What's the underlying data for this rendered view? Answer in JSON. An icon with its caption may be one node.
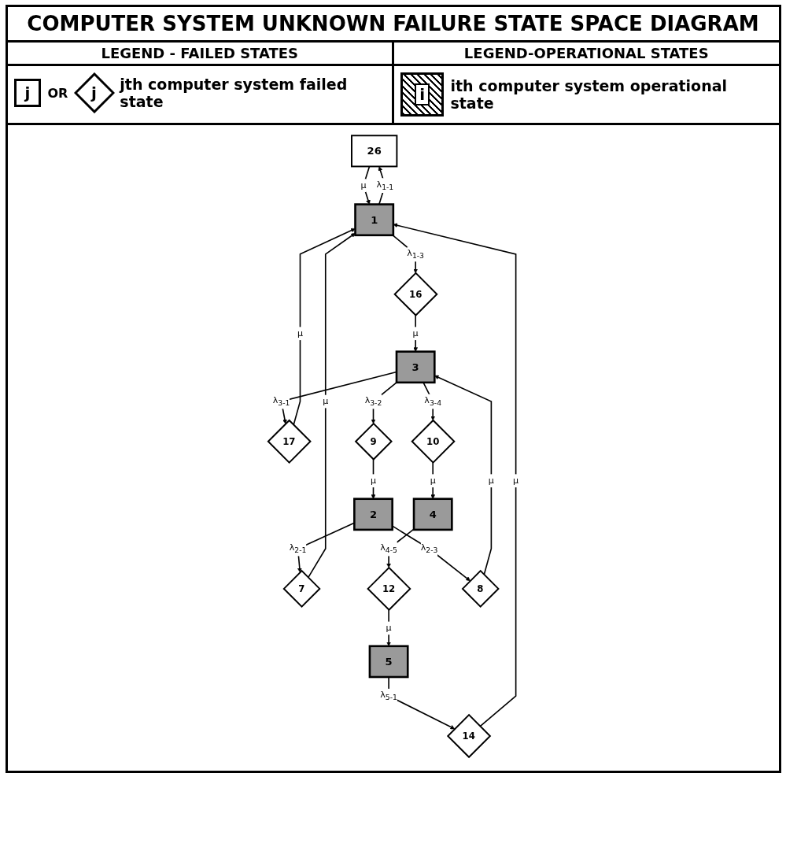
{
  "diagram": {
    "title": "COMPUTER SYSTEM UNKNOWN FAILURE STATE SPACE DIAGRAM",
    "nodes": [
      {
        "text": [
          "26"
        ]
      },
      {
        "text": [
          "14"
        ]
      },
      {
        "text": [
          "1"
        ]
      },
      {
        "text": [
          "5"
        ]
      },
      {
        "text": [
          "7"
        ]
      },
      {
        "text": [
          "16"
        ]
      },
      {
        "text": [
          "17"
        ]
      },
      {
        "text": [
          "12"
        ]
      },
      {
        "text": [
          "2"
        ]
      },
      {
        "text": [
          "3"
        ]
      },
      {
        "text": [
          "9"
        ]
      },
      {
        "text": [
          "4"
        ]
      },
      {
        "text": [
          "10"
        ]
      },
      {
        "text": [
          "8"
        ]
      }
    ],
    "edges": [
      {
        "from": 2,
        "to": 0,
        "arrow": "to",
        "label": "λ$_{1-1}$"
      },
      {
        "from": 0,
        "to": 2,
        "arrow": "to",
        "label": "μ"
      },
      {
        "from": 3,
        "to": 1,
        "arrow": "to",
        "label": "λ$_{5-1}$"
      },
      {
        "from": 1,
        "to": 2,
        "arrow": "to",
        "label": "μ"
      },
      {
        "from": 2,
        "to": 5,
        "arrow": "to",
        "label": "λ$_{1-3}$"
      },
      {
        "from": 5,
        "to": 9,
        "arrow": "to",
        "label": "μ"
      },
      {
        "from": 9,
        "to": 6,
        "arrow": "to",
        "label": "λ$_{3-1}$"
      },
      {
        "from": 6,
        "to": 2,
        "arrow": "to",
        "label": "μ"
      },
      {
        "from": 8,
        "to": 4,
        "arrow": "to",
        "label": "λ$_{2-1}$"
      },
      {
        "from": 4,
        "to": 2,
        "arrow": "to",
        "label": "μ"
      },
      {
        "from": 9,
        "to": 10,
        "arrow": "to",
        "label": "λ$_{3-2}$"
      },
      {
        "from": 10,
        "to": 8,
        "arrow": "to",
        "label": "μ"
      },
      {
        "from": 8,
        "to": 13,
        "arrow": "to",
        "label": "λ$_{2-3}$"
      },
      {
        "from": 13,
        "to": 9,
        "arrow": "to",
        "label": "μ"
      },
      {
        "from": 9,
        "to": 12,
        "arrow": "to",
        "label": "λ$_{3-4}$"
      },
      {
        "from": 12,
        "to": 11,
        "arrow": "to",
        "label": "μ"
      },
      {
        "from": 11,
        "to": 7,
        "arrow": "to",
        "label": "λ$_{4-5}$"
      },
      {
        "from": 7,
        "to": 3,
        "arrow": "to",
        "label": "μ"
      }
    ],
    "labels": [
      "LEGEND - FAILED STATES",
      "LEGEND-OPERATIONAL STATES",
      "j",
      "OR",
      "j",
      "i"
    ],
    "legend": [
      {
        "text": "jth computer system failed state"
      },
      {
        "text": "ith computer system operational state"
      }
    ]
  }
}
